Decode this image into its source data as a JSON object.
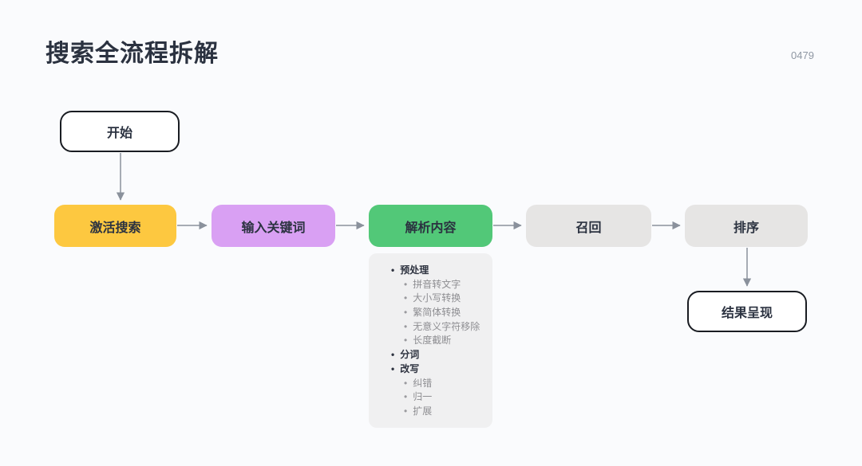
{
  "header": {
    "title": "搜索全流程拆解",
    "code": "0479"
  },
  "flow": {
    "start": {
      "label": "开始"
    },
    "steps": [
      {
        "label": "激活搜索",
        "color": "#fdc840"
      },
      {
        "label": "输入关键词",
        "color": "#d9a0f3"
      },
      {
        "label": "解析内容",
        "color": "#52c878"
      },
      {
        "label": "召回",
        "color": "#e6e5e4"
      },
      {
        "label": "排序",
        "color": "#e6e5e4"
      }
    ],
    "end": {
      "label": "结果呈现"
    }
  },
  "parse_detail": {
    "items": [
      {
        "label": "预处理",
        "level": 1
      },
      {
        "label": "拼音转文字",
        "level": 2
      },
      {
        "label": "大小写转换",
        "level": 2
      },
      {
        "label": "繁简体转换",
        "level": 2
      },
      {
        "label": "无意义字符移除",
        "level": 2
      },
      {
        "label": "长度截断",
        "level": 2
      },
      {
        "label": "分词",
        "level": 1
      },
      {
        "label": "改写",
        "level": 1
      },
      {
        "label": "纠错",
        "level": 2
      },
      {
        "label": "归一",
        "level": 2
      },
      {
        "label": "扩展",
        "level": 2
      }
    ]
  },
  "colors": {
    "background": "#fafbfd",
    "panel": "#f0f0f1",
    "arrow": "#8a919c",
    "node_text": "#2b3240",
    "terminal_outline": "#191c22",
    "sub_item_text": "#8e8e92"
  }
}
